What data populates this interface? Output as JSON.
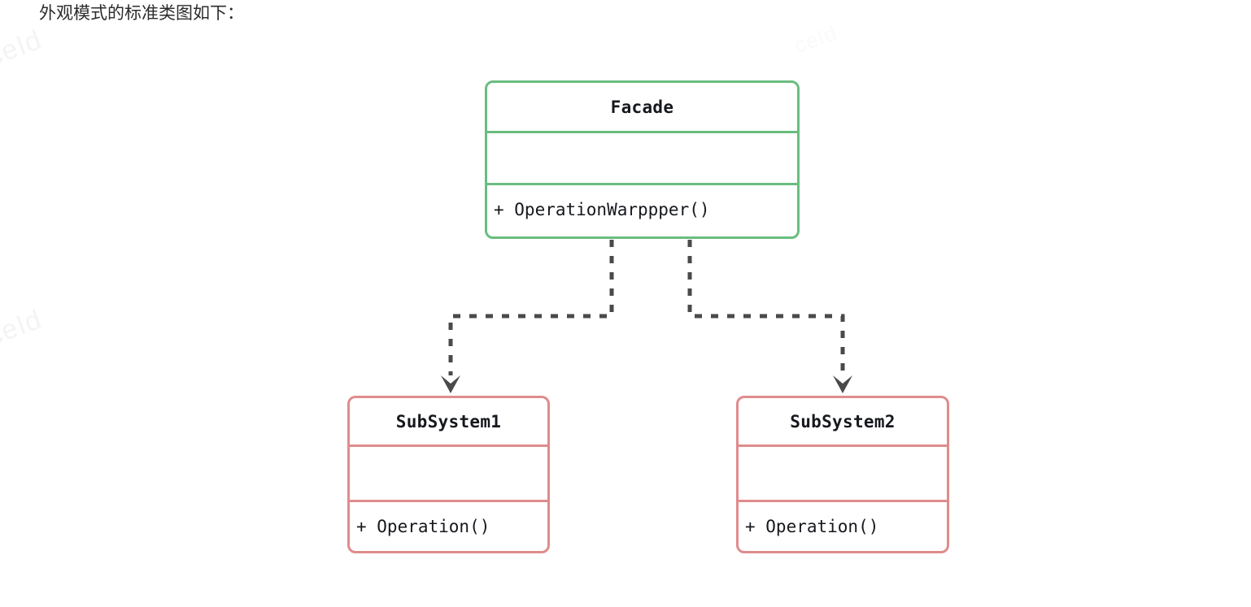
{
  "page": {
    "heading": "外观模式的标准类图如下：",
    "background_color": "#ffffff",
    "watermark_text": "ceId",
    "watermark_text_small": "ceId"
  },
  "diagram": {
    "type": "uml-class-diagram",
    "pattern": "Facade",
    "colors": {
      "facade_border": "#69bd7f",
      "subsystem_border": "#e08c8c",
      "connector": "#4a4a4a",
      "text": "#16181d"
    },
    "classes": [
      {
        "id": "facade",
        "name": "Facade",
        "attributes": [],
        "operations": [
          "+ OperationWarppper()"
        ],
        "operation_text": "+ OperationWarppper()",
        "attribute_text": "",
        "border_color": "#69bd7f"
      },
      {
        "id": "subsystem1",
        "name": "SubSystem1",
        "attributes": [],
        "operations": [
          "+ Operation()"
        ],
        "operation_text": "+ Operation()",
        "attribute_text": "",
        "border_color": "#e08c8c"
      },
      {
        "id": "subsystem2",
        "name": "SubSystem2",
        "attributes": [],
        "operations": [
          "+ Operation()"
        ],
        "operation_text": "+ Operation()",
        "attribute_text": "",
        "border_color": "#e08c8c"
      }
    ],
    "relations": [
      {
        "id": "facade-to-subsystem1",
        "from": "facade",
        "to": "subsystem1",
        "style": "dashed",
        "arrow": "open-v",
        "label": ""
      },
      {
        "id": "facade-to-subsystem2",
        "from": "facade",
        "to": "subsystem2",
        "style": "dashed",
        "arrow": "open-v",
        "label": ""
      }
    ]
  }
}
